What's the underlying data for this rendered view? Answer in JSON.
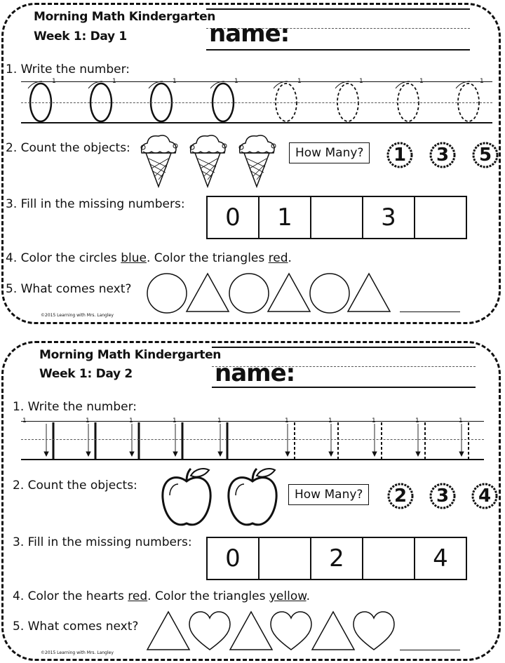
{
  "worksheets": [
    {
      "title": "Morning Math Kindergarten",
      "day": "Week 1: Day 1",
      "name_label": "name:",
      "q1": "1. Write the number:",
      "q1_digit": "0",
      "q1_guide_mark": "1",
      "q2": "2. Count the objects:",
      "q2_object_icon": "ice-cream-cone-icon",
      "q2_object_count": 3,
      "q2_how_many": "How Many?",
      "q2_choices": [
        "1",
        "3",
        "5"
      ],
      "q3": "3.  Fill in the missing numbers:",
      "q3_boxes": [
        "0",
        "1",
        "",
        "3",
        ""
      ],
      "q4_prefix": "4.  Color the circles ",
      "q4_color1": "blue",
      "q4_middle": ".  Color the triangles ",
      "q4_color2": "red",
      "q4_suffix": ".",
      "q5": "5. What comes next?",
      "q5_pattern": [
        "circle",
        "triangle",
        "circle",
        "triangle",
        "circle",
        "triangle"
      ],
      "copyright": "©2015 Learning with Mrs. Langley"
    },
    {
      "title": "Morning Math Kindergarten",
      "day": "Week 1: Day 2",
      "name_label": "name:",
      "q1": "1. Write the number:",
      "q1_digit": "1",
      "q1_guide_mark": "1",
      "q2": "2. Count the objects:",
      "q2_object_icon": "apple-icon",
      "q2_object_count": 2,
      "q2_how_many": "How Many?",
      "q2_choices": [
        "2",
        "3",
        "4"
      ],
      "q3": "3.  Fill in the missing numbers:",
      "q3_boxes": [
        "0",
        "",
        "2",
        "",
        "4"
      ],
      "q4_prefix": "4.  Color the hearts ",
      "q4_color1": "red",
      "q4_middle": ".  Color the triangles ",
      "q4_color2": "yellow",
      "q4_suffix": ".",
      "q5": "5. What comes next?",
      "q5_pattern": [
        "triangle",
        "heart",
        "triangle",
        "heart",
        "triangle",
        "heart"
      ],
      "copyright": "©2015 Learning with Mrs. Langley"
    }
  ]
}
